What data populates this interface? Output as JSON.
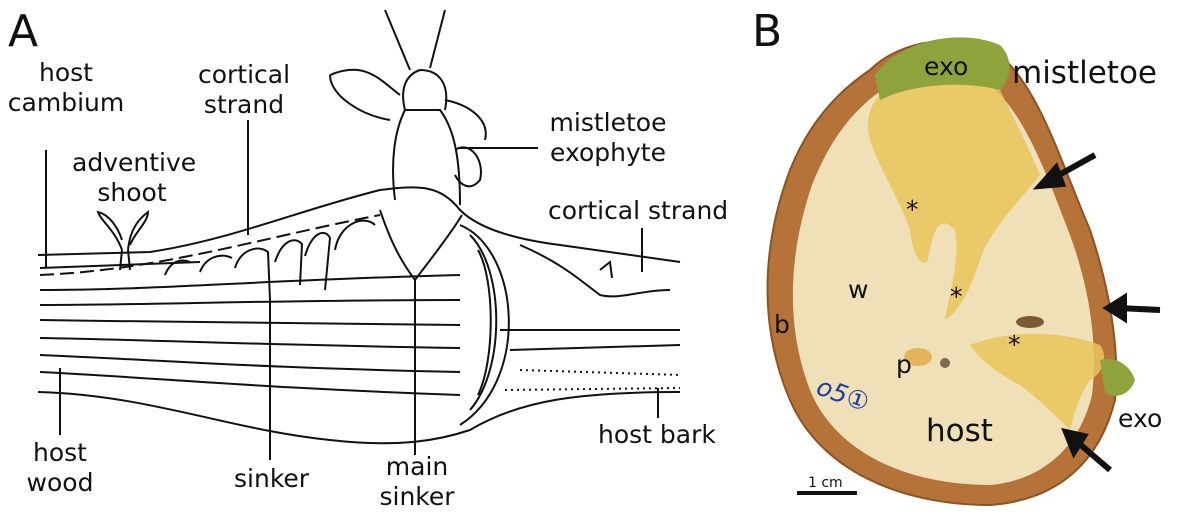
{
  "panel_a": {
    "letter": "A",
    "labels": {
      "host_cambium_1": "host",
      "host_cambium_2": "cambium",
      "adventive_1": "adventive",
      "adventive_2": "shoot",
      "cortical_strand_1": "cortical",
      "cortical_strand_2": "strand",
      "mistletoe_exophyte_1": "mistletoe",
      "mistletoe_exophyte_2": "exophyte",
      "cortical_strand_right": "cortical strand",
      "host_wood_1": "host",
      "host_wood_2": "wood",
      "sinker": "sinker",
      "main_sinker_1": "main",
      "main_sinker_2": "sinker",
      "host_bark": "host bark"
    }
  },
  "panel_b": {
    "letter": "B",
    "labels": {
      "exo_top": "exo",
      "mistletoe": "mistletoe",
      "w": "w",
      "b": "b",
      "p": "p",
      "host": "host",
      "exo_right": "exo",
      "asterisk": "*",
      "scale": "1 cm",
      "handwriting": "o5①"
    },
    "colors": {
      "bark": "#b5733a",
      "wood": "#efe0b8",
      "mistletoe_tissue": "#e9c45a",
      "exophyte_green": "#8fa33c"
    }
  }
}
